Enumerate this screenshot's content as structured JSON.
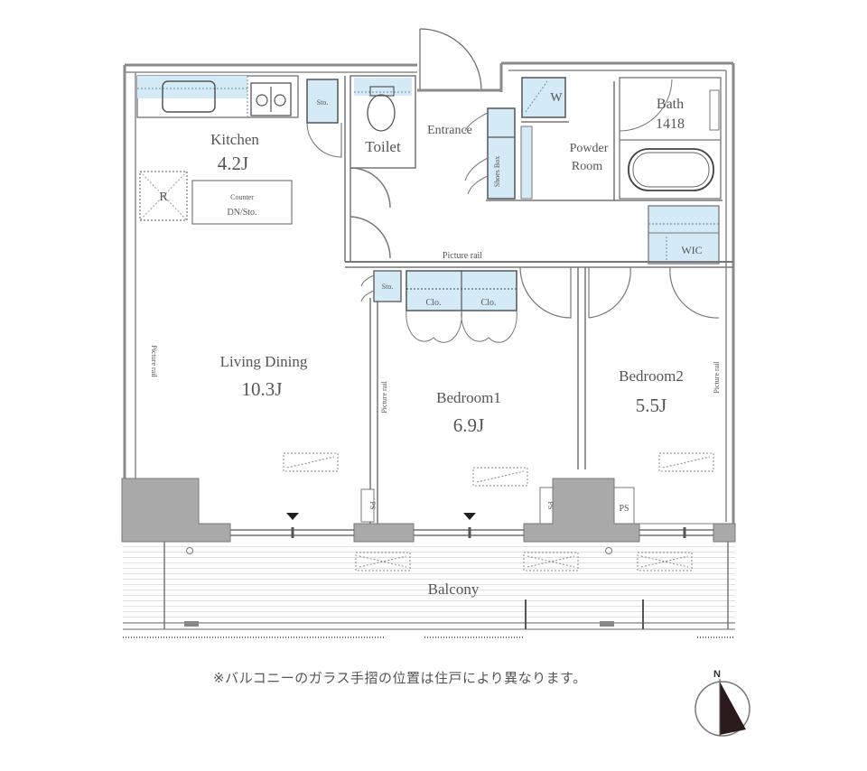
{
  "plan": {
    "rooms": {
      "kitchen": {
        "name": "Kitchen",
        "size": "4.2J"
      },
      "living_dining": {
        "name": "Living Dining",
        "size": "10.3J"
      },
      "bedroom1": {
        "name": "Bedroom1",
        "size": "6.9J"
      },
      "bedroom2": {
        "name": "Bedroom2",
        "size": "5.5J"
      },
      "toilet": {
        "name": "Toilet"
      },
      "entrance": {
        "name": "Entrance"
      },
      "powder_room": {
        "name_line1": "Powder",
        "name_line2": "Room"
      },
      "bath": {
        "name": "Bath",
        "size": "1418"
      },
      "wic": {
        "name": "WIC"
      },
      "balcony": {
        "name": "Balcony"
      }
    },
    "fixtures": {
      "refrigerator": "R",
      "counter_line1": "Counter",
      "counter_line2": "DN/Sto.",
      "storage_kitchen": "Sto.",
      "storage_hall": "Sto.",
      "closet1": "Clo.",
      "closet2": "Clo.",
      "washer": "W",
      "shoes_box": "Shoes Box",
      "ps_left": "PS",
      "ps_right": "PS",
      "ps_bedroom2": "PS"
    },
    "picture_rail": "Picture rail",
    "compass": {
      "label": "N"
    },
    "colors": {
      "wall": "#8a8a8a",
      "structure": "#a9a9a9",
      "storage_fill": "#d4ebf7",
      "line": "#555555"
    }
  },
  "note": "※バルコニーのガラス手摺の位置は住戸により異なります。"
}
